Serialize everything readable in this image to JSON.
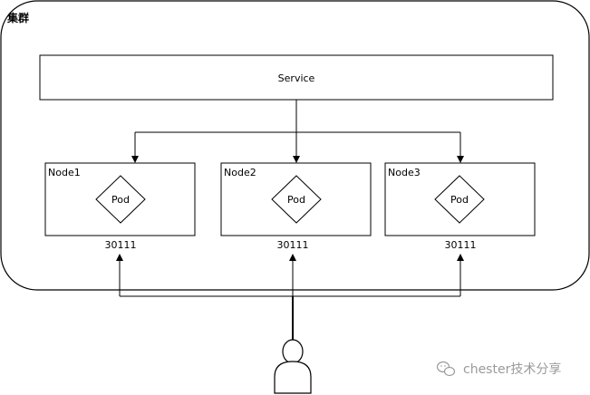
{
  "cluster": {
    "label": "集群"
  },
  "service": {
    "label": "Service"
  },
  "nodes": [
    {
      "name": "Node1",
      "pod": "Pod",
      "port": "30111"
    },
    {
      "name": "Node2",
      "pod": "Pod",
      "port": "30111"
    },
    {
      "name": "Node3",
      "pod": "Pod",
      "port": "30111"
    }
  ],
  "watermark": {
    "text": "chester技术分享",
    "icon": "wechat-icon"
  }
}
